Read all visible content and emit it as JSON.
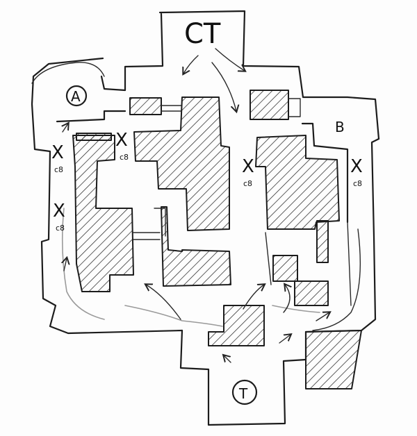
{
  "map": {
    "labels": {
      "ct_spawn": "CT",
      "t_spawn": "T",
      "site_a": "A",
      "site_b": "B"
    },
    "markers": [
      {
        "symbol": "X",
        "note": "c8"
      },
      {
        "symbol": "X",
        "note": "c8"
      },
      {
        "symbol": "X",
        "note": "c8"
      },
      {
        "symbol": "X",
        "note": "c8"
      },
      {
        "symbol": "X",
        "note": "c8"
      }
    ]
  },
  "colors": {
    "ink": "#1c1c1c",
    "paper": "#fdfdfd",
    "pencil": "#9a9a9a"
  }
}
